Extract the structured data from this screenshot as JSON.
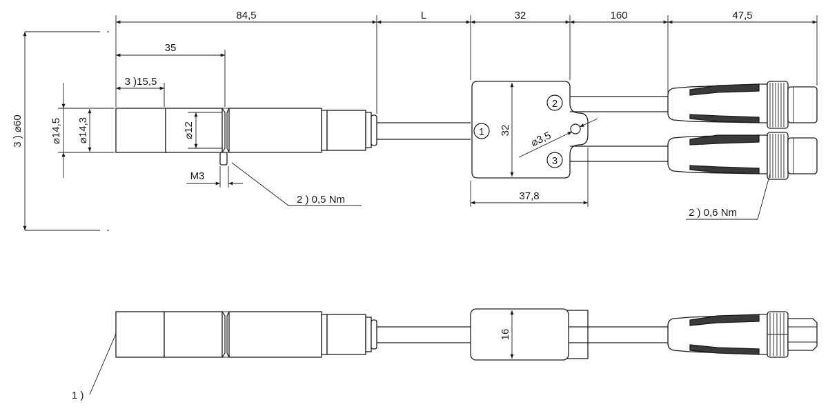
{
  "dimensions": {
    "d_84_5": "84,5",
    "d_L": "L",
    "d_32_top": "32",
    "d_160": "160",
    "d_47_5": "47,5",
    "d_35": "35",
    "d_15_5": "3 )15,5",
    "d_60": "3 ) ⌀60",
    "d_14_5": "⌀14,5",
    "d_14_3": "⌀14,3",
    "d_12": "⌀12",
    "d_M3": "M3",
    "d_32_box": "32",
    "d_3_5": "⌀3,5",
    "d_37_8": "37,8",
    "d_16": "16"
  },
  "callouts": {
    "torque_sensor": "2 ) 0,5 Nm",
    "torque_connector": "2 ) 0,6 Nm",
    "note_1": "1 )"
  },
  "ports": {
    "port_1": "1",
    "port_2": "2",
    "port_3": "3"
  }
}
